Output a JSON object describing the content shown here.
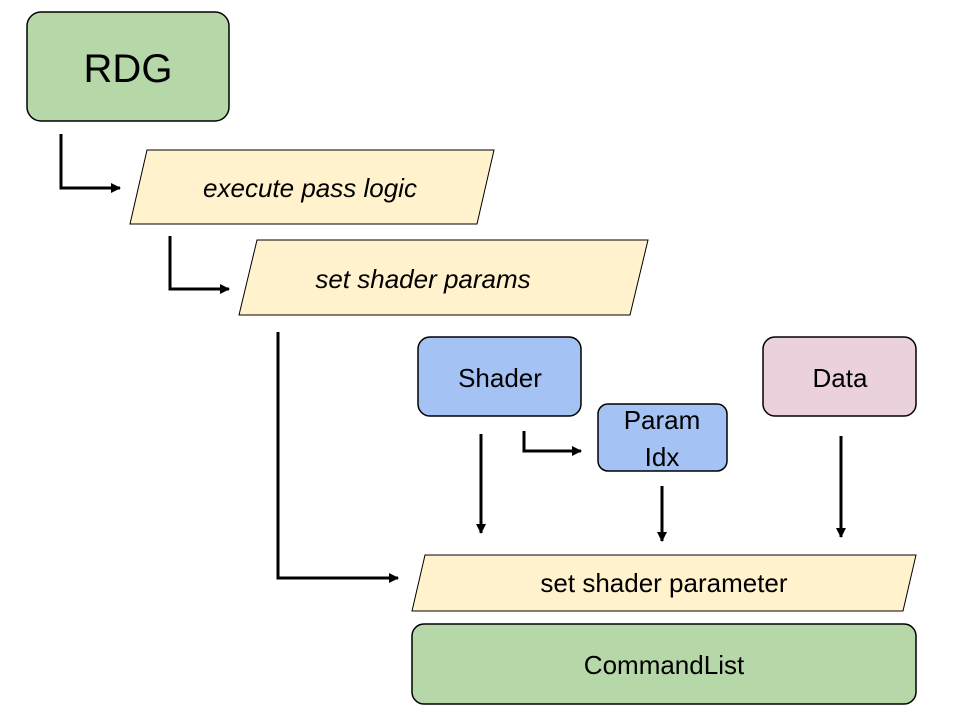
{
  "colors": {
    "green": "#b6d7a8",
    "yellow": "#fff2cc",
    "blue": "#a4c2f4",
    "pink": "#ead1dc",
    "stroke": "#000000",
    "arrow": "#000000"
  },
  "nodes": {
    "rdg": {
      "label": "RDG"
    },
    "execute_pass_logic": {
      "label": "execute pass logic"
    },
    "set_shader_params": {
      "label": "set shader params"
    },
    "shader": {
      "label": "Shader"
    },
    "param_idx": {
      "label_line1": "Param",
      "label_line2": "Idx"
    },
    "data": {
      "label": "Data"
    },
    "set_shader_parameter": {
      "label": "set shader parameter"
    },
    "command_list": {
      "label": "CommandList"
    }
  },
  "edges": [
    {
      "from": "RDG",
      "to": "execute pass logic"
    },
    {
      "from": "execute pass logic",
      "to": "set shader params"
    },
    {
      "from": "set shader params",
      "to": "set shader parameter"
    },
    {
      "from": "Shader",
      "to": "Param Idx"
    },
    {
      "from": "Shader",
      "to": "set shader parameter"
    },
    {
      "from": "Param Idx",
      "to": "set shader parameter"
    },
    {
      "from": "Data",
      "to": "set shader parameter"
    }
  ]
}
